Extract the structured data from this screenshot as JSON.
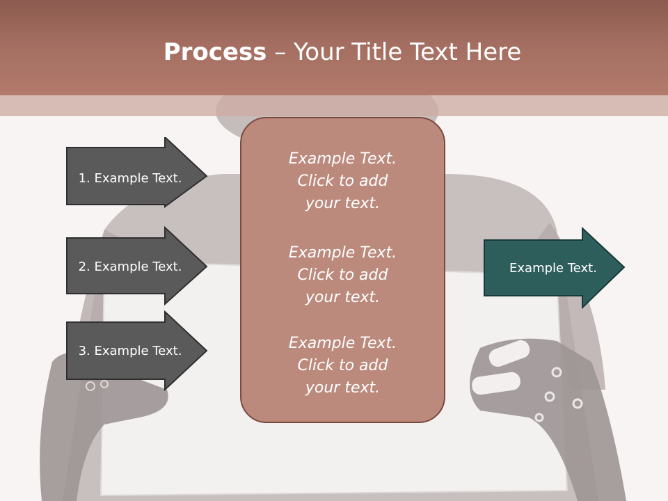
{
  "slide": {
    "title_bold": "Process",
    "title_rest": " – Your Title Text Here"
  },
  "left_arrows": [
    {
      "label": "1. Example Text."
    },
    {
      "label": "2. Example Text."
    },
    {
      "label": "3. Example Text."
    }
  ],
  "center_box": {
    "blocks": [
      {
        "line1": "Example Text.",
        "line2": "Click  to add",
        "line3": "your text."
      },
      {
        "line1": "Example Text.",
        "line2": "Click  to add",
        "line3": "your text."
      },
      {
        "line1": "Example Text.",
        "line2": "Click  to add",
        "line3": "your text."
      }
    ]
  },
  "right_arrow": {
    "label": "Example Text."
  },
  "colors": {
    "title_bar": "#a36e61",
    "left_arrow_fill": "#5a5a5a",
    "center_box_fill": "#bb8a7d",
    "right_arrow_fill": "#2e5e5c"
  }
}
